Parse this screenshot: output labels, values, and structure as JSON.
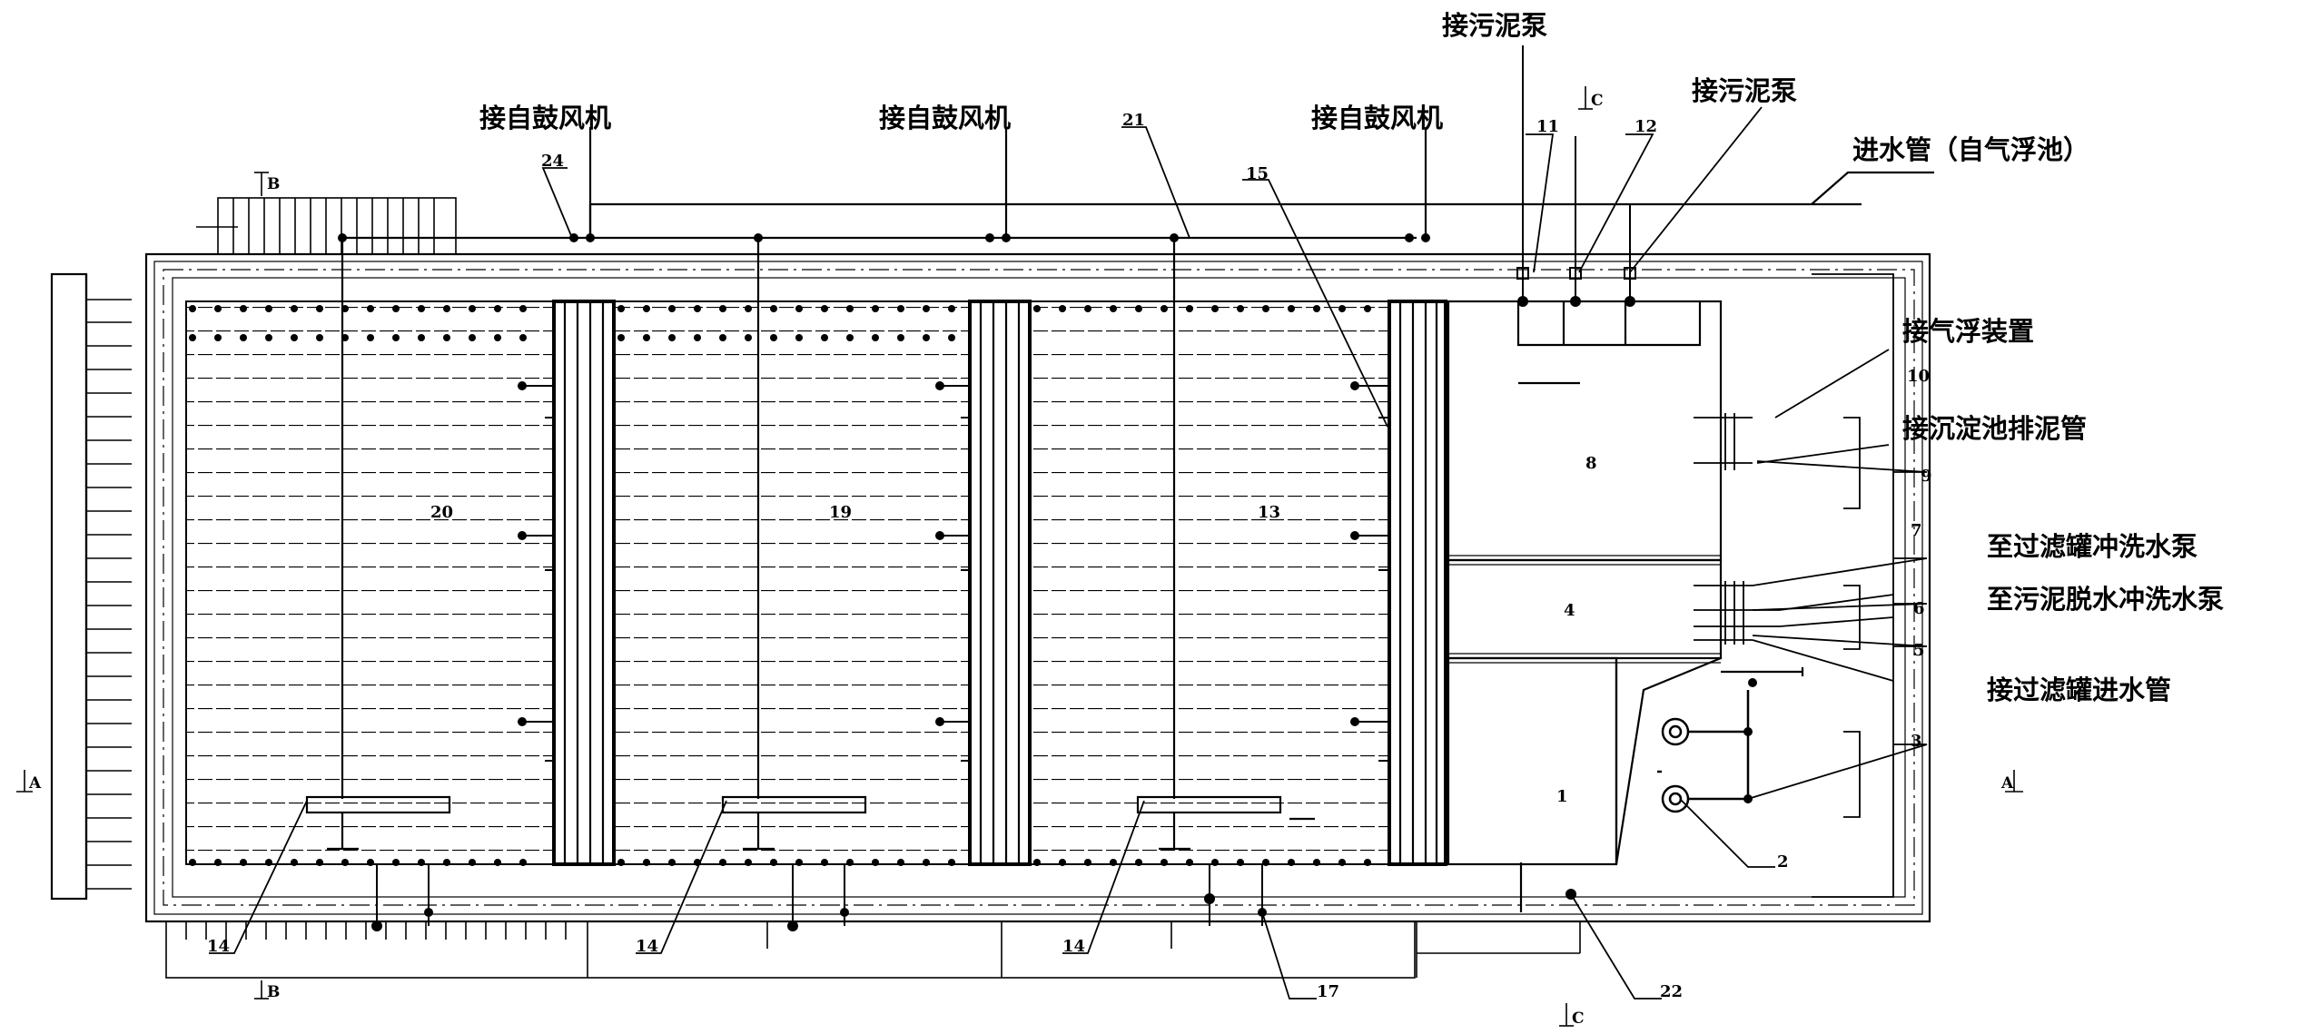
{
  "labels": {
    "blower_left": "接自鼓风机",
    "blower_mid": "接自鼓风机",
    "blower_right": "接自鼓风机",
    "sludge_pump_top": "接污泥泵",
    "sludge_pump_right": "接污泥泵",
    "inlet_pipe": "进水管（自气浮池）",
    "air_flotation": "接气浮装置",
    "sed_sludge": "接沉淀池排泥管",
    "filter_wash": "至过滤罐冲洗水泵",
    "sludge_dewater": "至污泥脱水冲洗水泵",
    "filter_inlet": "接过滤罐进水管"
  },
  "numbers": {
    "n1": "1",
    "n2": "2",
    "n3": "3",
    "n4": "4",
    "n5": "5",
    "n6": "6",
    "n7": "7",
    "n8": "8",
    "n9": "9",
    "n10": "10",
    "n11": "11",
    "n12": "12",
    "n13": "13",
    "n14a": "14",
    "n14b": "14",
    "n14c": "14",
    "n15": "15",
    "n17": "17",
    "n19": "19",
    "n20": "20",
    "n21": "21",
    "n22": "22",
    "n24": "24"
  },
  "sections": {
    "b_top": "B",
    "b_bottom": "B",
    "a_left": "A",
    "a_right": "A",
    "c_top": "C",
    "c_bottom": "C"
  }
}
